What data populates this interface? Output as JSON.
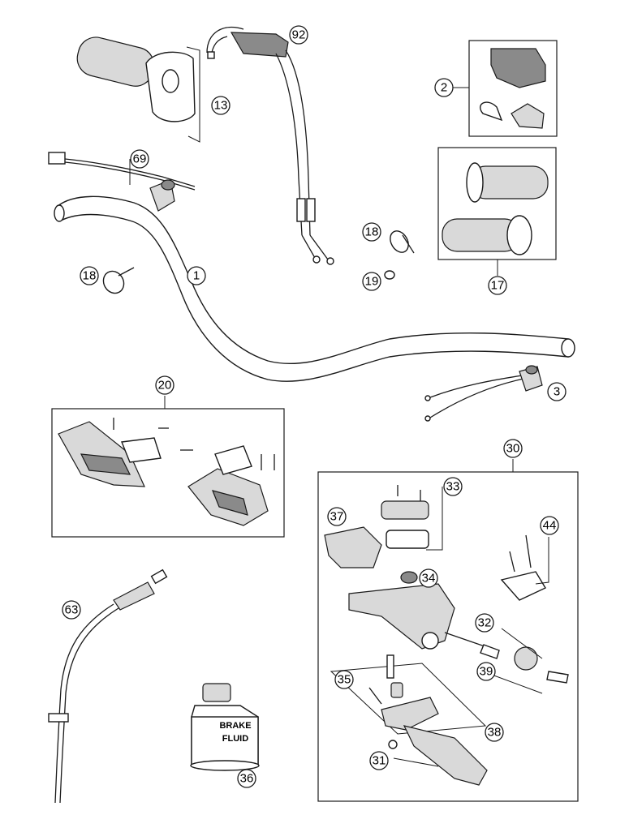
{
  "callouts": {
    "c92": "92",
    "c13": "13",
    "c2": "2",
    "c69": "69",
    "c17": "17",
    "c18a": "18",
    "c18b": "18",
    "c19": "19",
    "c1": "1",
    "c3": "3",
    "c20": "20",
    "c30": "30",
    "c33": "33",
    "c37": "37",
    "c44": "44",
    "c34": "34",
    "c32": "32",
    "c39": "39",
    "c63": "63",
    "c35": "35",
    "c38": "38",
    "c31": "31",
    "c36": "36"
  },
  "bottle": {
    "line1": "BRAKE",
    "line2": "FLUID"
  }
}
